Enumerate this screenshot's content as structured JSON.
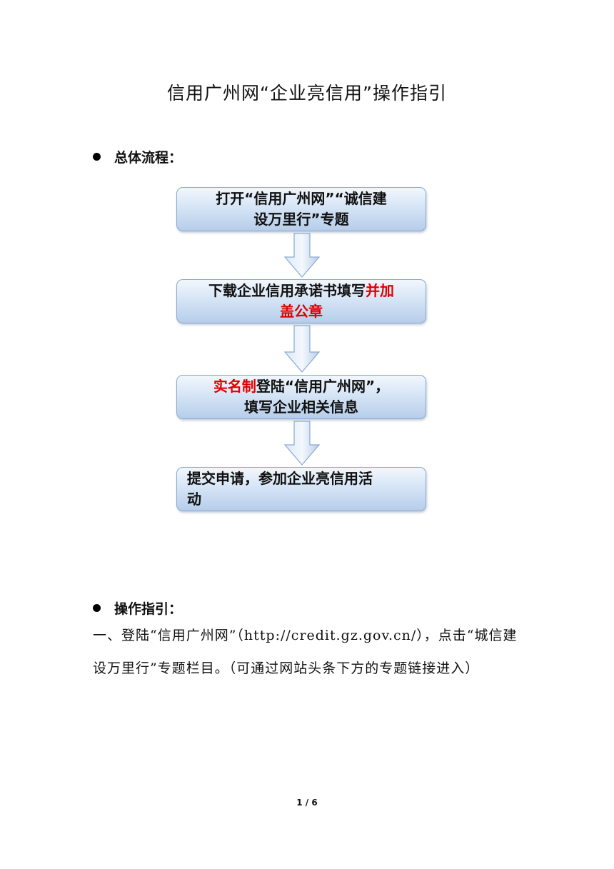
{
  "document": {
    "title": "信用广州网“企业亮信用”操作指引",
    "section1": {
      "label": "总体流程："
    },
    "flow": [
      {
        "lines": [
          [
            {
              "text": "打开“信用广州网”“诚信建",
              "red": false
            }
          ],
          [
            {
              "text": "设万里行”专题",
              "red": false
            }
          ]
        ]
      },
      {
        "lines": [
          [
            {
              "text": "下载企业信用承诺书填写",
              "red": false
            },
            {
              "text": "并加",
              "red": true
            }
          ],
          [
            {
              "text": "盖公章",
              "red": true
            }
          ]
        ]
      },
      {
        "lines": [
          [
            {
              "text": "实名制",
              "red": true
            },
            {
              "text": "登陆“信用广州网”，",
              "red": false
            }
          ],
          [
            {
              "text": "填写企业相关信息",
              "red": false
            }
          ]
        ]
      },
      {
        "lines": [
          [
            {
              "text": "提交申请，参加企业亮信用活",
              "red": false
            }
          ],
          [
            {
              "text": "动",
              "red": false
            }
          ]
        ]
      }
    ],
    "section2": {
      "label": "操作指引："
    },
    "paragraph": "一、登陆“信用广州网”（http://credit.gz.gov.cn/），点击“城信建设万里行”专题栏目。（可通过网站头条下方的专题链接进入）",
    "page_number": "1 / 6",
    "colors": {
      "highlight_red": "#e10000",
      "box_border": "#8aaad0",
      "arrow_fill": "#c8daf0"
    }
  }
}
